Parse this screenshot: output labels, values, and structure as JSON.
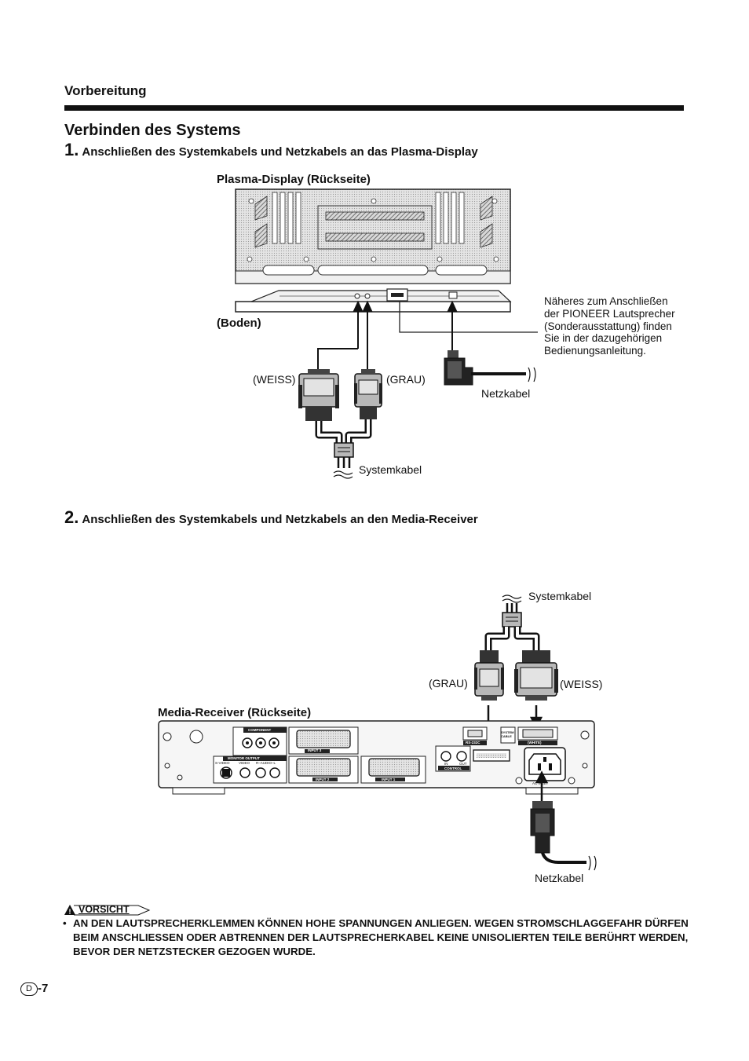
{
  "header": {
    "section": "Vorbereitung",
    "title": "Verbinden des Systems"
  },
  "step1": {
    "number": "1.",
    "text": "Anschließen des Systemkabels und Netzkabels an das Plasma-Display",
    "diagram_title": "Plasma-Display (Rückseite)",
    "bottom_label": "(Boden)",
    "white_label": "(WEISS)",
    "gray_label": "(GRAU)",
    "power_cable": "Netzkabel",
    "system_cable": "Systemkabel",
    "note": "Näheres zum Anschließen der PIONEER Lautsprecher (Sonderausstattung) finden Sie in der dazugehörigen Bedienungsanleitung."
  },
  "step2": {
    "number": "2.",
    "text": "Anschließen des Systemkabels und Netzkabels an den Media-Receiver",
    "diagram_title": "Media-Receiver (Rückseite)",
    "system_cable": "Systemkabel",
    "gray_label": "(GRAU)",
    "white_label": "(WEISS)",
    "power_cable": "Netzkabel",
    "panel_labels": {
      "component": "COMPONENT",
      "input3": "INPUT 3",
      "monitor_output": "MONITOR OUTPUT",
      "s_video": "S-VIDEO",
      "video": "VIDEO",
      "audio": "R–AUDIO–L",
      "input2": "INPUT 2",
      "input1": "INPUT 1",
      "rs232c": "RS-232C",
      "system_cable_port": "SYSTEM CABLE",
      "white_port": "(WHITE)",
      "in": "IN",
      "out": "OUT",
      "control": "CONTROL",
      "ac_inlet": "AC INLET"
    }
  },
  "warning": {
    "label": "VORSICHT",
    "bullet": "•",
    "text": "AN DEN LAUTSPRECHERKLEMMEN KÖNNEN HOHE SPANNUNGEN ANLIEGEN. WEGEN STROMSCHLAGGEFAHR DÜRFEN BEIM ANSCHLIESSEN ODER ABTRENNEN DER LAUTSPRECHERKABEL KEINE UNISOLIERTEN TEILE BERÜHRT WERDEN, BEVOR DER NETZSTECKER GEZOGEN WURDE."
  },
  "footer": {
    "page_letter": "D",
    "page_number": "-7"
  }
}
